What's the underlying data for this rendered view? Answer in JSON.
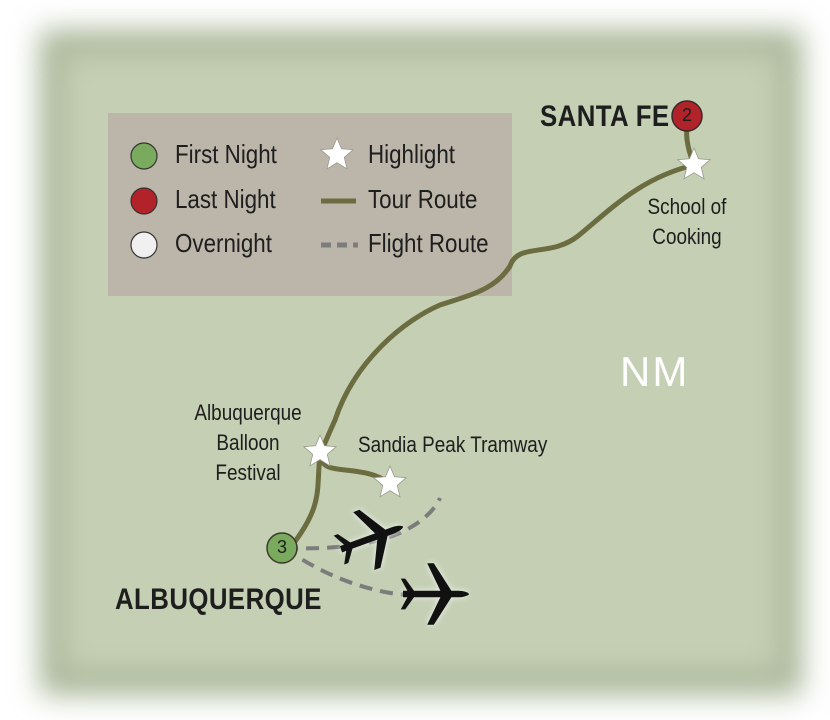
{
  "state_label": "NM",
  "legend": {
    "first_night": "First Night",
    "last_night": "Last Night",
    "overnight": "Overnight",
    "highlight": "Highlight",
    "tour_route": "Tour Route",
    "flight_route": "Flight Route"
  },
  "cities": {
    "santa_fe": {
      "name": "SANTA FE",
      "nights": "2",
      "type": "last-night"
    },
    "albuquerque": {
      "name": "ALBUQUERQUE",
      "nights": "3",
      "type": "first-night"
    }
  },
  "highlights": {
    "school": {
      "line1": "School of",
      "line2": "Cooking"
    },
    "balloon": {
      "line1": "Albuquerque",
      "line2": "Balloon",
      "line3": "Festival"
    },
    "tramway": {
      "line1": "Sandia Peak Tramway"
    }
  },
  "colors": {
    "land": "#c4cfb4",
    "legend_box": "#bcb6aa",
    "tour_route": "#6b6c40",
    "flight_route": "#7c7c7c",
    "first_night": "#7aaa5e",
    "last_night": "#b22229",
    "overnight": "#f0f0f0",
    "highlight": "#ffffff"
  },
  "icons": [
    "star-icon",
    "airplane-icon"
  ]
}
